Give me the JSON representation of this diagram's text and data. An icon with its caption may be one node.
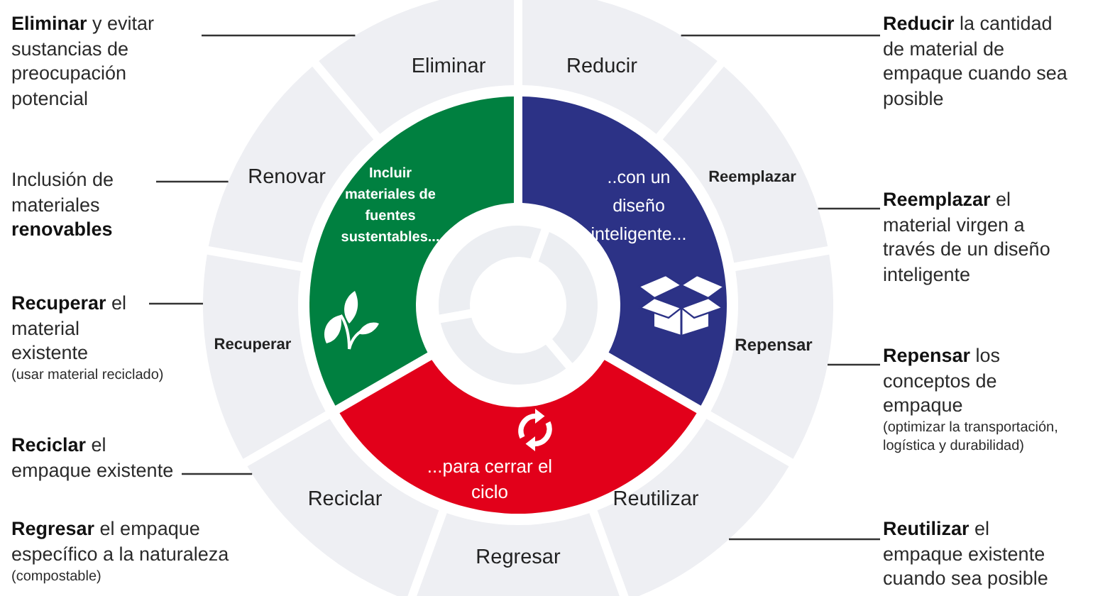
{
  "diagram": {
    "nodes": [
      {
        "text": [
          "Eliminar"
        ]
      },
      {
        "text": [
          "Reducir"
        ]
      },
      {
        "text": [
          "Reemplazar"
        ]
      },
      {
        "text": [
          "Repensar"
        ]
      },
      {
        "text": [
          "Reutilizar"
        ]
      },
      {
        "text": [
          "Regresar"
        ]
      },
      {
        "text": [
          "Reciclar"
        ]
      },
      {
        "text": [
          "Recuperar"
        ]
      },
      {
        "text": [
          "Renovar"
        ]
      },
      {
        "text": [
          "Incluir materiales de fuentes sustentables..."
        ]
      },
      {
        "text": [
          "..con un diseño inteligente..."
        ]
      },
      {
        "text": [
          "...para cerrar el ciclo"
        ]
      },
      {
        "text": [
          "**Eliminar** y evitar sustancias de preocupación potencial"
        ]
      },
      {
        "text": [
          "Inclusión de materiales **renovables**"
        ]
      },
      {
        "text": [
          "**Recuperar** el material existente"
        ],
        "beside": [
          "(usar material reciclado)"
        ]
      },
      {
        "text": [
          "**Reciclar** el empaque existente"
        ]
      },
      {
        "text": [
          "**Reducir** la cantidad de material de empaque cuando sea posible"
        ]
      },
      {
        "text": [
          "**Reemplazar** el material virgen a través de un diseño inteligente"
        ]
      },
      {
        "text": [
          "**Repensar** los conceptos de empaque"
        ],
        "beside": [
          "(optimizar la transportación, logística y durabilidad)"
        ]
      },
      {
        "text": [
          "**Reutilizar** el empaque existente cuando sea posible"
        ]
      }
    ],
    "edges": [
      {
        "from": 12,
        "to": 0,
        "arrow": "none"
      },
      {
        "from": 13,
        "to": 8,
        "arrow": "none"
      },
      {
        "from": 14,
        "to": 7,
        "arrow": "none"
      },
      {
        "from": 15,
        "to": 6,
        "arrow": "none"
      },
      {
        "from": 16,
        "to": 1,
        "arrow": "none"
      },
      {
        "from": 17,
        "to": 2,
        "arrow": "none"
      },
      {
        "from": 18,
        "to": 3,
        "arrow": "none"
      },
      {
        "from": 19,
        "to": 4,
        "arrow": "none"
      }
    ],
    "labels": [
      "**Regresar** el empaque específico a la naturaleza",
      "(compostable)"
    ]
  }
}
